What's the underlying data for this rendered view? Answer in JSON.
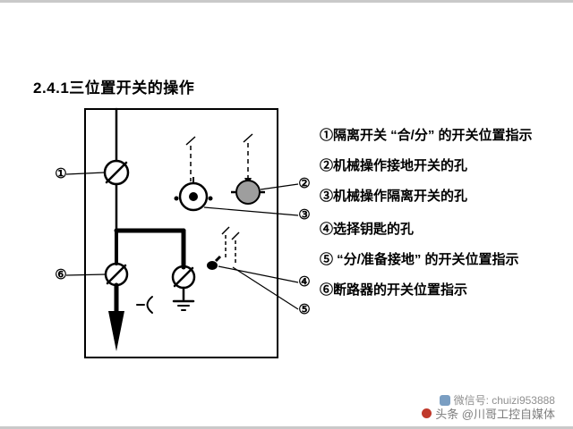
{
  "page": {
    "title": "2.4.1三位置开关的操作"
  },
  "legend": [
    {
      "text": "①隔离开关 “合/分” 的开关位置指示"
    },
    {
      "text": "②机械操作接地开关的孔"
    },
    {
      "text": "③机械操作隔离开关的孔"
    },
    {
      "text": "④选择钥匙的孔"
    },
    {
      "text": "⑤ “分/准备接地” 的开关位置指示"
    },
    {
      "text": "⑥断路器的开关位置指示"
    }
  ],
  "callouts": {
    "c1": "①",
    "c2": "②",
    "c3": "③",
    "c4": "④",
    "c5": "⑤",
    "c6": "⑥"
  },
  "watermark": {
    "wechat": "微信号: chuizi953888",
    "toutiao": "头条 @川哥工控自媒体"
  },
  "colors": {
    "operation_hole_fill": "#9e9e9e",
    "wechat_icon": "#7a9ec2",
    "toutiao_icon": "#c0392b",
    "watermark_text": "#8f8f8f",
    "edge_border": "#c9c9c9"
  }
}
